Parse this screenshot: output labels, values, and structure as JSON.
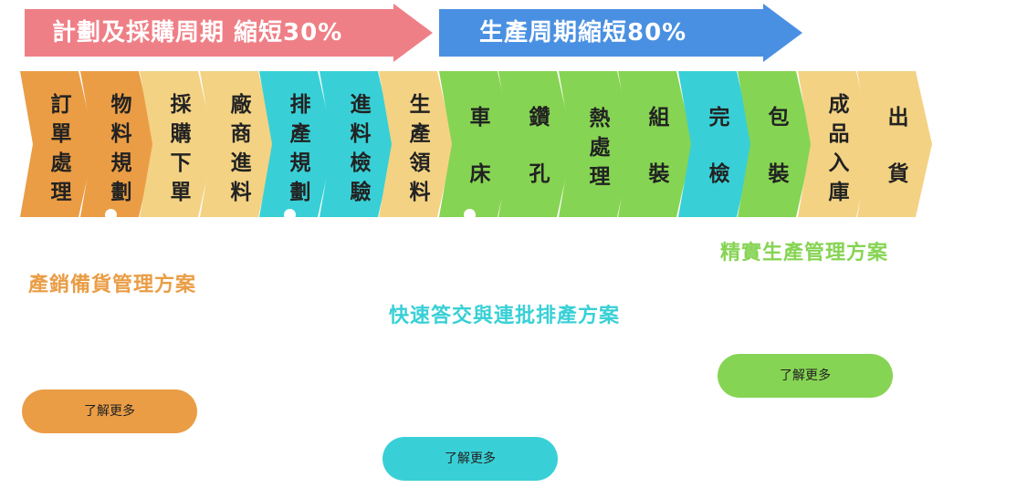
{
  "banners": {
    "planning": {
      "text": "計劃及採購周期 縮短30%",
      "color": "#ef7f86"
    },
    "production": {
      "text": "生產周期縮短80%",
      "color": "#4a90e2"
    }
  },
  "steps": [
    {
      "label": "訂單處理",
      "color": "#ea9d45"
    },
    {
      "label": "物料規劃",
      "color": "#ea9d45"
    },
    {
      "label": "採購下單",
      "color": "#f3d283"
    },
    {
      "label": "廠商進料",
      "color": "#f3d283"
    },
    {
      "label": "排產規劃",
      "color": "#38d0d6"
    },
    {
      "label": "進料檢驗",
      "color": "#38d0d6"
    },
    {
      "label": "生產領料",
      "color": "#f3d283"
    },
    {
      "label": "車床",
      "color": "#86d453"
    },
    {
      "label": "鑽孔",
      "color": "#86d453"
    },
    {
      "label": "熱處理",
      "color": "#86d453"
    },
    {
      "label": "組裝",
      "color": "#86d453"
    },
    {
      "label": "完檢",
      "color": "#38d0d6"
    },
    {
      "label": "包裝",
      "color": "#86d453"
    },
    {
      "label": "成品入庫",
      "color": "#f3d283"
    },
    {
      "label": "出貨",
      "color": "#f3d283"
    }
  ],
  "plans": {
    "sales": {
      "title": "產銷備貨管理方案",
      "button": "了解更多",
      "color": "#ea9d45"
    },
    "fast": {
      "title": "快速答交與連批排產方案",
      "button": "了解更多",
      "color": "#38d0d6"
    },
    "lean": {
      "title": "精實生產管理方案",
      "button": "了解更多",
      "color": "#86d453"
    }
  }
}
